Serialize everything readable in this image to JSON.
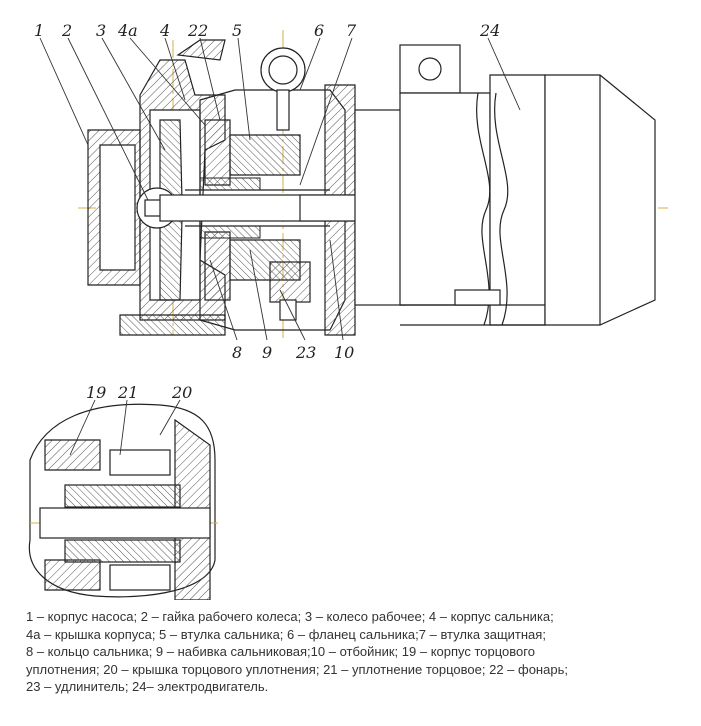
{
  "callouts": {
    "c1": "1",
    "c2": "2",
    "c3": "3",
    "c4a": "4a",
    "c4": "4",
    "c22": "22",
    "c5": "5",
    "c6": "6",
    "c7": "7",
    "c24": "24",
    "c8": "8",
    "c9": "9",
    "c23": "23",
    "c10": "10",
    "c19": "19",
    "c21": "21",
    "c20": "20"
  },
  "caption": {
    "lines": [
      "1 – корпус насоса; 2 – гайка рабочего колеса; 3 – колесо рабочее; 4 – корпус сальника;",
      "4а – крышка корпуса; 5 – втулка сальника; 6 – фланец сальника;7 – втулка защитная;",
      "8 – кольцо сальника; 9 – набивка сальниковая;10 – отбойник; 19 – корпус торцового",
      "уплотнения; 20 – крышка торцового уплотнения; 21 – уплотнение торцовое; 22 – фонарь;",
      "23 – удлинитель; 24– электродвигатель."
    ]
  }
}
